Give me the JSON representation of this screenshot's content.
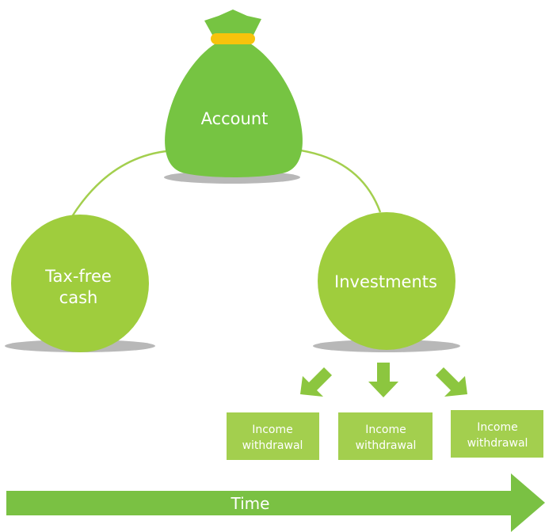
{
  "account": {
    "label": "Account"
  },
  "tax_free": {
    "line1": "Tax-free",
    "line2": "cash"
  },
  "investments": {
    "label": "Investments"
  },
  "withdrawals": [
    {
      "line1": "Income",
      "line2": "withdrawal"
    },
    {
      "line1": "Income",
      "line2": "withdrawal"
    },
    {
      "line1": "Income",
      "line2": "withdrawal"
    }
  ],
  "timeline": {
    "label": "Time"
  },
  "colors": {
    "bag_green": "#76c442",
    "circle_green": "#9fcd3d",
    "box_green": "#a3cf4e",
    "arrow_green": "#8cc63f",
    "time_green": "#7ac143",
    "tie_gold": "#f7c30c",
    "shadow_gray": "#b8b8b8"
  }
}
